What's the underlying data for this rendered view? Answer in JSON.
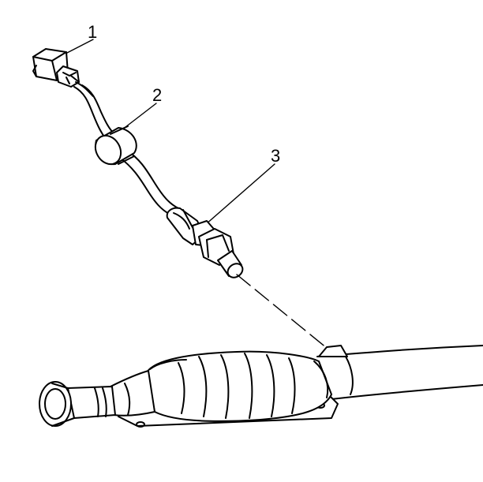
{
  "callouts": [
    {
      "label": "1"
    },
    {
      "label": "2"
    },
    {
      "label": "3"
    }
  ],
  "parts": {
    "connector": "electrical-connector",
    "grommet": "wiring-grommet",
    "sensor": "oxygen-sensor",
    "converter": "catalytic-converter",
    "exhaust_pipe": "exhaust-pipe"
  },
  "colors": {
    "line": "#000000",
    "background": "#ffffff"
  }
}
